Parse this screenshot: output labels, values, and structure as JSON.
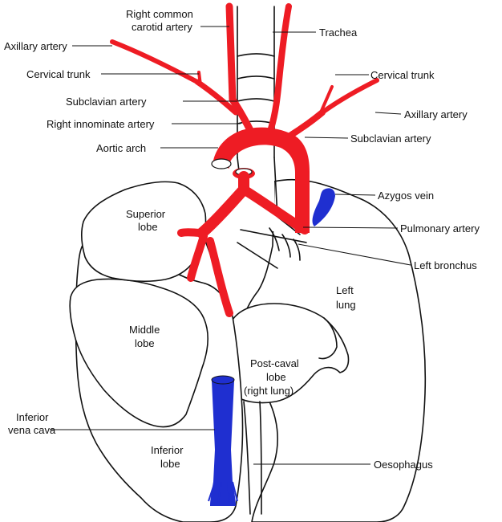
{
  "colors": {
    "artery": "#ee1c24",
    "vein": "#1f2fd0",
    "outline": "#111111",
    "background": "#ffffff"
  },
  "labels": {
    "right_common_carotid_1": "Right common",
    "right_common_carotid_2": "carotid artery",
    "trachea": "Trachea",
    "axillary_left_side": "Axillary artery",
    "cervical_trunk_left_side": "Cervical trunk",
    "subclavian_left_side": "Subclavian artery",
    "right_innominate": "Right innominate artery",
    "aortic_arch": "Aortic arch",
    "cervical_trunk_right_side": "Cervical trunk",
    "axillary_right_side": "Axillary artery",
    "subclavian_right_side": "Subclavian artery",
    "azygos_vein": "Azygos vein",
    "pulmonary_artery": "Pulmonary artery",
    "left_bronchus": "Left bronchus",
    "superior_lobe_1": "Superior",
    "superior_lobe_2": "lobe",
    "left_lung_1": "Left",
    "left_lung_2": "lung",
    "middle_lobe_1": "Middle",
    "middle_lobe_2": "lobe",
    "post_caval_1": "Post-caval",
    "post_caval_2": "lobe",
    "post_caval_3": "(right lung)",
    "inferior_vena_cava_1": "Inferior",
    "inferior_vena_cava_2": "vena cava",
    "inferior_lobe_1": "Inferior",
    "inferior_lobe_2": "lobe",
    "oesophagus": "Oesophagus"
  }
}
